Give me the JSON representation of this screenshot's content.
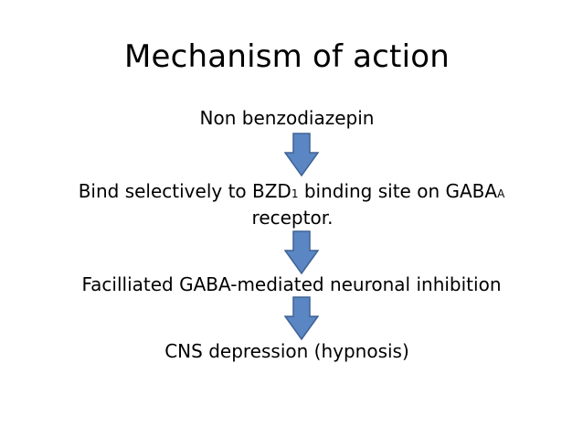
{
  "slide": {
    "title": "Mechanism of action",
    "steps": {
      "non_bzd": "Non benzodiazepin",
      "bind_part1": "Bind selectively to BZD",
      "bind_sub1": "1",
      "bind_part2": " binding site on GABA",
      "bind_sub2": "A",
      "bind_line2": "receptor.",
      "facilitated": "Facilliated GABA-mediated neuronal inhibition",
      "cns": "CNS depression (hypnosis)"
    },
    "colors": {
      "arrow_fill": "#5B86C4",
      "arrow_stroke": "#3E6294"
    }
  }
}
